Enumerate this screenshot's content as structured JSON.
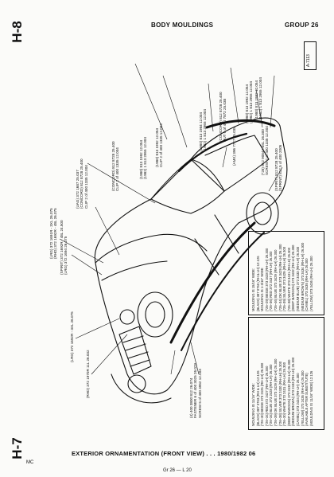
{
  "header": {
    "title": "BODY MOULDINGS",
    "group": "GROUP 26",
    "tab_top": "H-8",
    "tab_bottom": "H-7",
    "tab_bottom_sub": "MC",
    "ref": "A-7113"
  },
  "caption": "EXTERIOR ORNAMENTATION (FRONT VIEW) . . . 1980/1982 06",
  "footer": "Gr 26 — L 20",
  "callouts": {
    "c1": [
      "(1980) 813 1992 12.054",
      "(1982) 1 813 2955 12.004"
    ],
    "c2": [
      "(1980) 813 1992 12.054",
      "(1982) 1 813 2955 12.004"
    ],
    "c3": [
      "(1980) 813 1984 12.004",
      "(1982) 1 813 2955 12.004"
    ],
    "c4": [
      "(CONCORD) 812 8728 25.400",
      "NUT 6 of 400 7872 25.038"
    ],
    "c5": [
      "(1980) 813 1992 12.054",
      "CLIP 2 of 400 1335 12.004"
    ],
    "c6": [
      "(1980) 813 1992 12.054",
      "(1982) 1 813 2955 12.004"
    ],
    "c7": [
      "(CONCORD) 812 8728 25.400",
      "CLIP 2 of 400 1335 12.004"
    ],
    "c8": [
      "(AMX) 396 7727 25.038"
    ],
    "c9": [
      "(*26) 812 9084A 6SL 26.300",
      "SCREW 2 of 400 1335 12.004"
    ],
    "c10": [
      "(SPIRIT) 812 8728 25.400",
      "(SPRINT) 812 5 of 400 2005"
    ],
    "c11": [
      "(UAG) 372 1687 25.037",
      "(CONCORD) 812 8728 25.400",
      "CLIP 2 of 400 1335 12.004"
    ],
    "c12": [
      "(LRG) 372 1691R - 3XL 26.075",
      "(RHD) 372 1692R - 48L 26.075"
    ],
    "c13": [
      "(SPIRIT) 372 1692R - 48L 24.500",
      "(LRG) 372 1694 26.075"
    ],
    "c14": [
      "(LRG) 372 1692R - 3XL 26.075"
    ],
    "c15": [
      "(RHD) 372 1970R 11L 26.032"
    ],
    "c16": [
      "(4) 400 3800 812 26.074",
      "FASTENER 6 of 400 3025 26.074",
      "SCREW 5 of 400 4952 12.004"
    ]
  },
  "box1": {
    "lines": [
      "MOULDING IS 15/16\" WIDE:",
      "(BLACK) 387 0760 (RH & LH) 12.126",
      "",
      "MOULDING IS 1-3/16\" WIDE:",
      "(*26–29) BEIGE 373 3428 (RH-LH) 26.300",
      "(*26–36) RED 372 3437 (RH-LH) 26.300",
      "(*26–46) BLUE 373 3429 (RH-LH) 26.300",
      "(*26–34) DK BLUE 373 3429 (RH-LH) 26.300",
      "(*26–39) SILVER 373 3429 (RH-LH) 26.300",
      "(*26–38) WHITE 373 3431 (RH-LH) 26.300",
      "(DEEP MAROON) 373 3432 (RH-LH) 26.300",
      "(MEDIUM BLUE) 372 3433 (RH-LH) 26.300",
      "(MEDIUM BROWN) 373 3434 (RH-LH) 26.300",
      "(CAMEL) 373 3435 (RH-LH) 26.300",
      "(YELLOW) 373 3436 (RH-LH) 26.300"
    ]
  },
  "box2": {
    "lines": [
      "MOULDING IS 11/16\" WIDE:",
      "(BLACK) 387 0763 (RH & LH) 12.126",
      "",
      "(*26–30) BEIGE 373 2426 (RH-LH) 26.300",
      "(*26–34) RED 372 2427 (RH-LH) 26.300",
      "(*26–34) BLUE 373 2428 (RH-LH) 26.300",
      "(*26–39) DK BLUE 373 2429 (RH-LH) 26.300",
      "(*26–38) SILVER 373 2430 (RH-LH) 26.300",
      "(*26–30) WHITE 373 2431 (RH-LH) 26.300",
      "(DEEP MAROON) 373 2432 (RH-LH) 26.300",
      "(MEDIUM BROWN) 373 2433 (RH-LH) 26.300",
      "(CAMEL) 373 2434 (RH-LH) 26.300",
      "(YELLOW) 373 2435 (RH-LH) 26.300",
      "(AVAILABLE AFTER SUBSTITUTE)",
      "(MOULDING IS 11/16\" WIDE) 12.126"
    ]
  }
}
